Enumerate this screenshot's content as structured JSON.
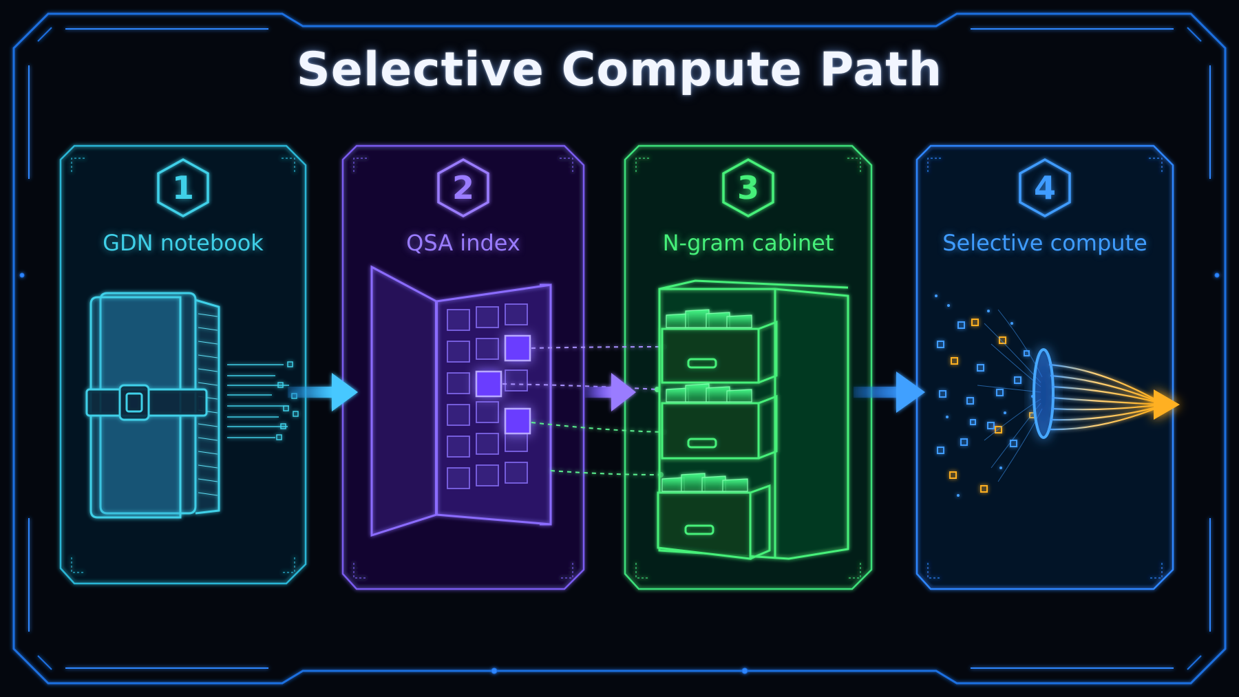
{
  "title": "Selective Compute Path",
  "steps": [
    {
      "number": "1",
      "label": "GDN notebook",
      "color": "#3fd0e8",
      "icon": "notebook-icon"
    },
    {
      "number": "2",
      "label": "QSA index",
      "color": "#8b6cff",
      "icon": "index-grid-icon"
    },
    {
      "number": "3",
      "label": "N-gram cabinet",
      "color": "#46f07a",
      "icon": "filing-cabinet-icon"
    },
    {
      "number": "4",
      "label": "Selective compute",
      "color": "#3f9cff",
      "icon": "funnel-lens-icon"
    }
  ],
  "colors": {
    "frame": "#1f6fe0",
    "output": "#ffb020",
    "background": "#04070e"
  }
}
